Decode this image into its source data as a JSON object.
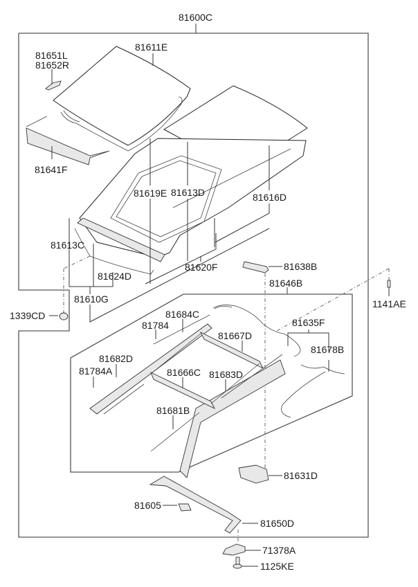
{
  "diagram": {
    "title": "Sunroof assembly exploded parts diagram",
    "assembly_label": "81600C",
    "labels": {
      "p81611E": "81611E",
      "p81651L": "81651L",
      "p81652R": "81652R",
      "p81641F": "81641F",
      "p81619E": "81619E",
      "p81613D": "81613D",
      "p81616D": "81616D",
      "p81613C": "81613C",
      "p81624D": "81624D",
      "p81620F": "81620F",
      "p81610G": "81610G",
      "p1339CD": "1339CD",
      "p81638B": "81638B",
      "p81646B": "81646B",
      "p1141AE": "1141AE",
      "p81684C": "81684C",
      "p81784": "81784",
      "p81667D": "81667D",
      "p81635F": "81635F",
      "p81678B": "81678B",
      "p81682D": "81682D",
      "p81784A": "81784A",
      "p81666C": "81666C",
      "p81683D": "81683D",
      "p81681B": "81681B",
      "p81631D": "81631D",
      "p81605": "81605",
      "p81650D": "81650D",
      "p71378A": "71378A",
      "p1125KE": "1125KE"
    }
  }
}
